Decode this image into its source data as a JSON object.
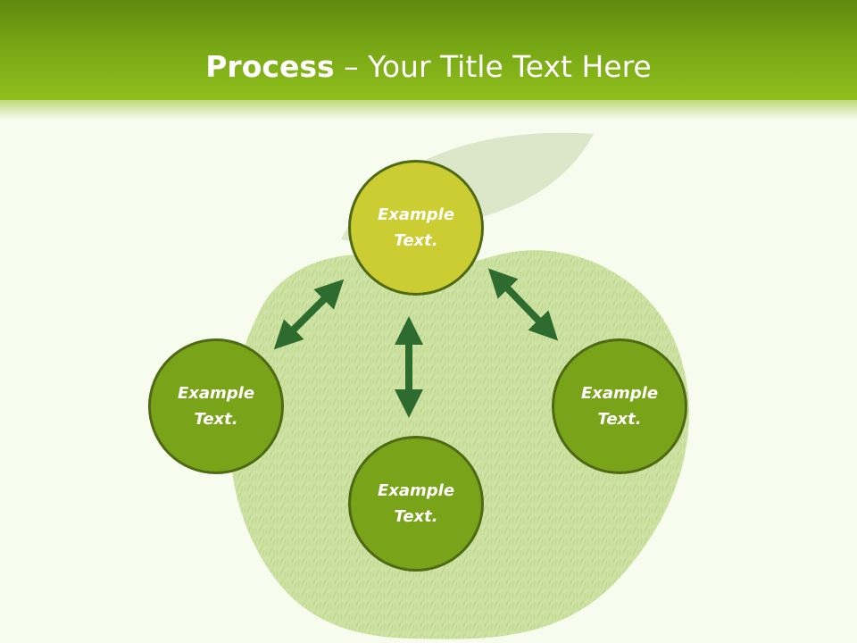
{
  "title": {
    "bold": "Process",
    "rest": " – Your Title Text Here"
  },
  "nodes": [
    {
      "label": "Example\nText.",
      "fill": "#cccc33"
    },
    {
      "label": "Example\nText.",
      "fill": "#79a319"
    },
    {
      "label": "Example\nText.",
      "fill": "#79a319"
    },
    {
      "label": "Example\nText.",
      "fill": "#79a319"
    }
  ],
  "colors": {
    "header": "#76a614",
    "background": "#f8fcef",
    "arrow": "#2e6b2e",
    "node_border": "#4f6a14",
    "apple": "#c7dd98"
  }
}
